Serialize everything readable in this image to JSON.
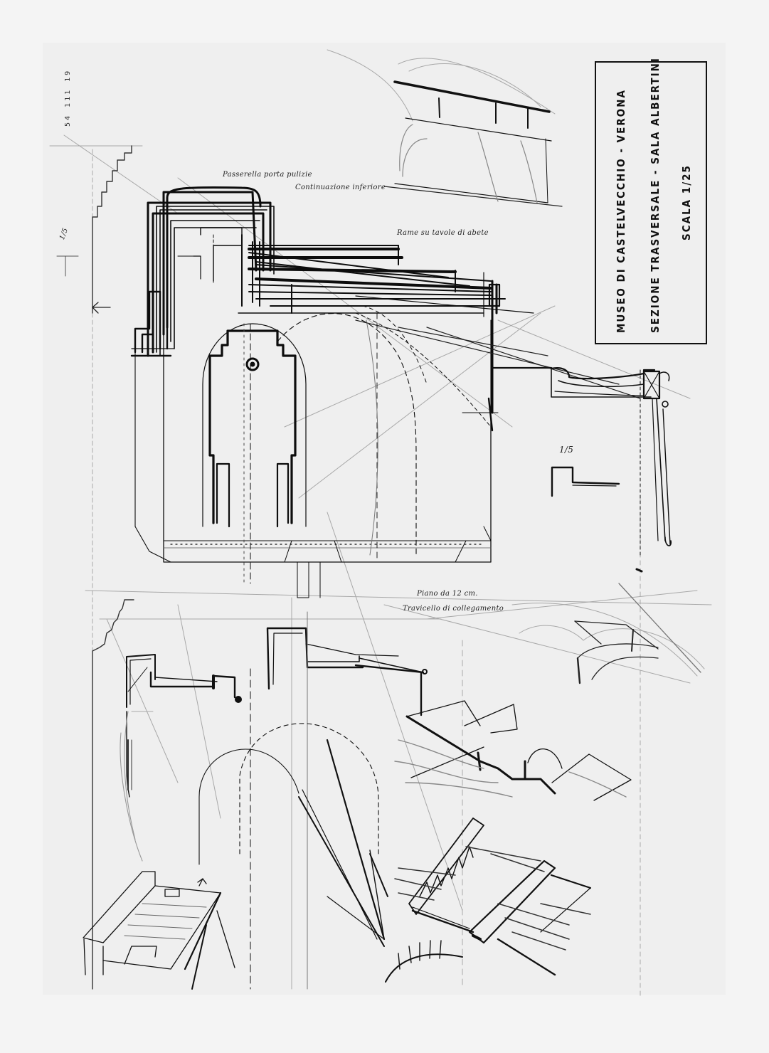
{
  "sheet": {
    "background": "#efefef",
    "ink": "#111111",
    "pencil": "#9a9a9a"
  },
  "title_block": {
    "line1": "MUSEO DI CASTELVECCHIO - VERONA",
    "line2": "SEZIONE TRASVERSALE - SALA ALBERTINI",
    "line3": "SCALA 1/25"
  },
  "archive_code": "54 111 19",
  "annotations": {
    "passerella": "Passerella porta pulizie",
    "continuazione": "Continuazione inferiore",
    "rame": "Rame su tavole di abete",
    "piano": "Piano da 12 cm.",
    "travicello": "Travicello di collegamento",
    "margin_scale": "1/5",
    "detail_scale": "1/5"
  },
  "views": [
    {
      "name": "transverse-section",
      "description": "Upper cross-section of gallery with display case, roof and skylight"
    },
    {
      "name": "skylight-detail",
      "description": "Sketch of sloping roof/skylight, top center"
    },
    {
      "name": "window-sill-detail",
      "description": "Right-side window/frame profile detail"
    },
    {
      "name": "lower-section-study",
      "description": "Lower sectional study with arches and brackets"
    },
    {
      "name": "isometric-studies",
      "description": "Isometric sketches of folded planes and rafters"
    }
  ]
}
